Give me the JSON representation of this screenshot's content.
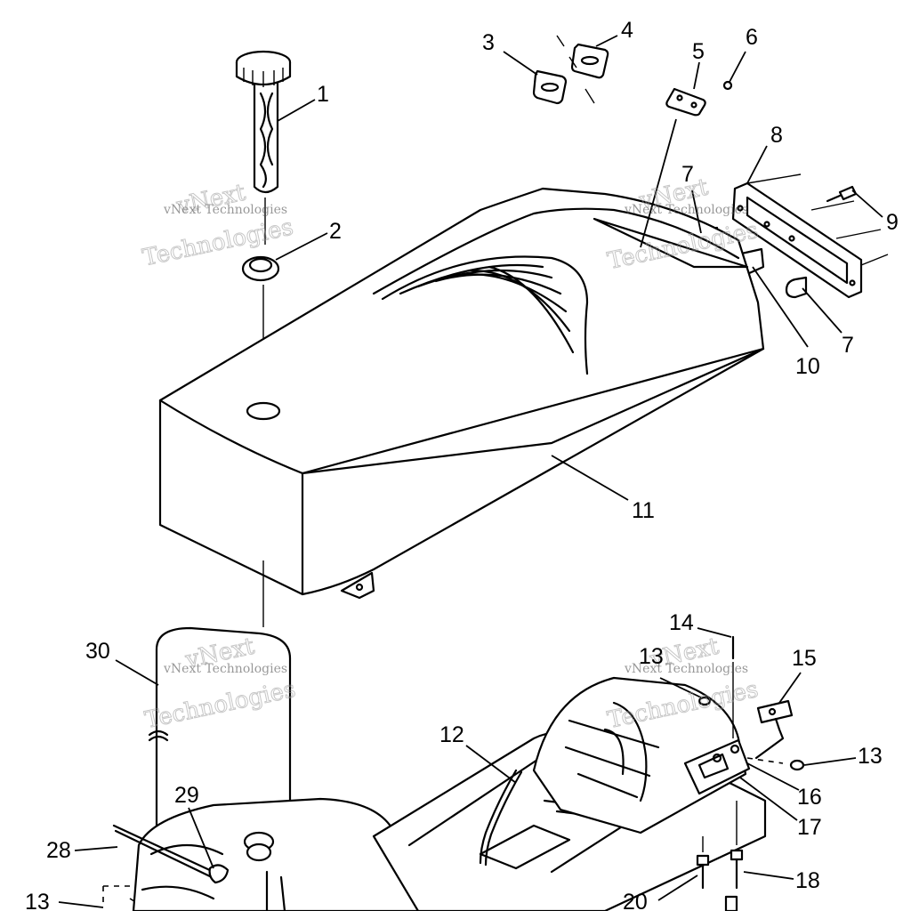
{
  "callouts": {
    "c1": "1",
    "c2": "2",
    "c3": "3",
    "c4": "4",
    "c5": "5",
    "c6": "6",
    "c7a": "7",
    "c7b": "7",
    "c8": "8",
    "c9": "9",
    "c10": "10",
    "c11": "11",
    "c12": "12",
    "c13a": "13",
    "c13b": "13",
    "c13c": "13",
    "c14": "14",
    "c15": "15",
    "c16": "16",
    "c17": "17",
    "c18": "18",
    "c20": "20",
    "c28": "28",
    "c29": "29",
    "c30": "30"
  },
  "watermark": {
    "brand": "vNext",
    "line1": "vNext Technologies",
    "line2": "Technologies"
  }
}
